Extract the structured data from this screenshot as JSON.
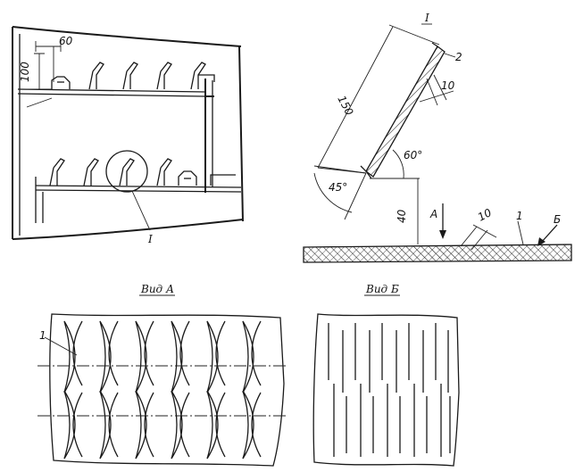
{
  "figure": {
    "labels": {
      "dim_60": "60",
      "dim_100": "100",
      "callout_main": "I",
      "detail_title": "I",
      "dim_150": "150",
      "dim_10_top": "10",
      "callout_2": "2",
      "angle_60": "60°",
      "angle_45": "45°",
      "dim_40": "40",
      "dir_a": "A",
      "dim_10_bottom": "10",
      "callout_1_detail": "1",
      "dir_b": "Б",
      "view_a_title": "Вид А",
      "view_b_title": "Вид Б",
      "callout_1_view_a": "1"
    }
  }
}
